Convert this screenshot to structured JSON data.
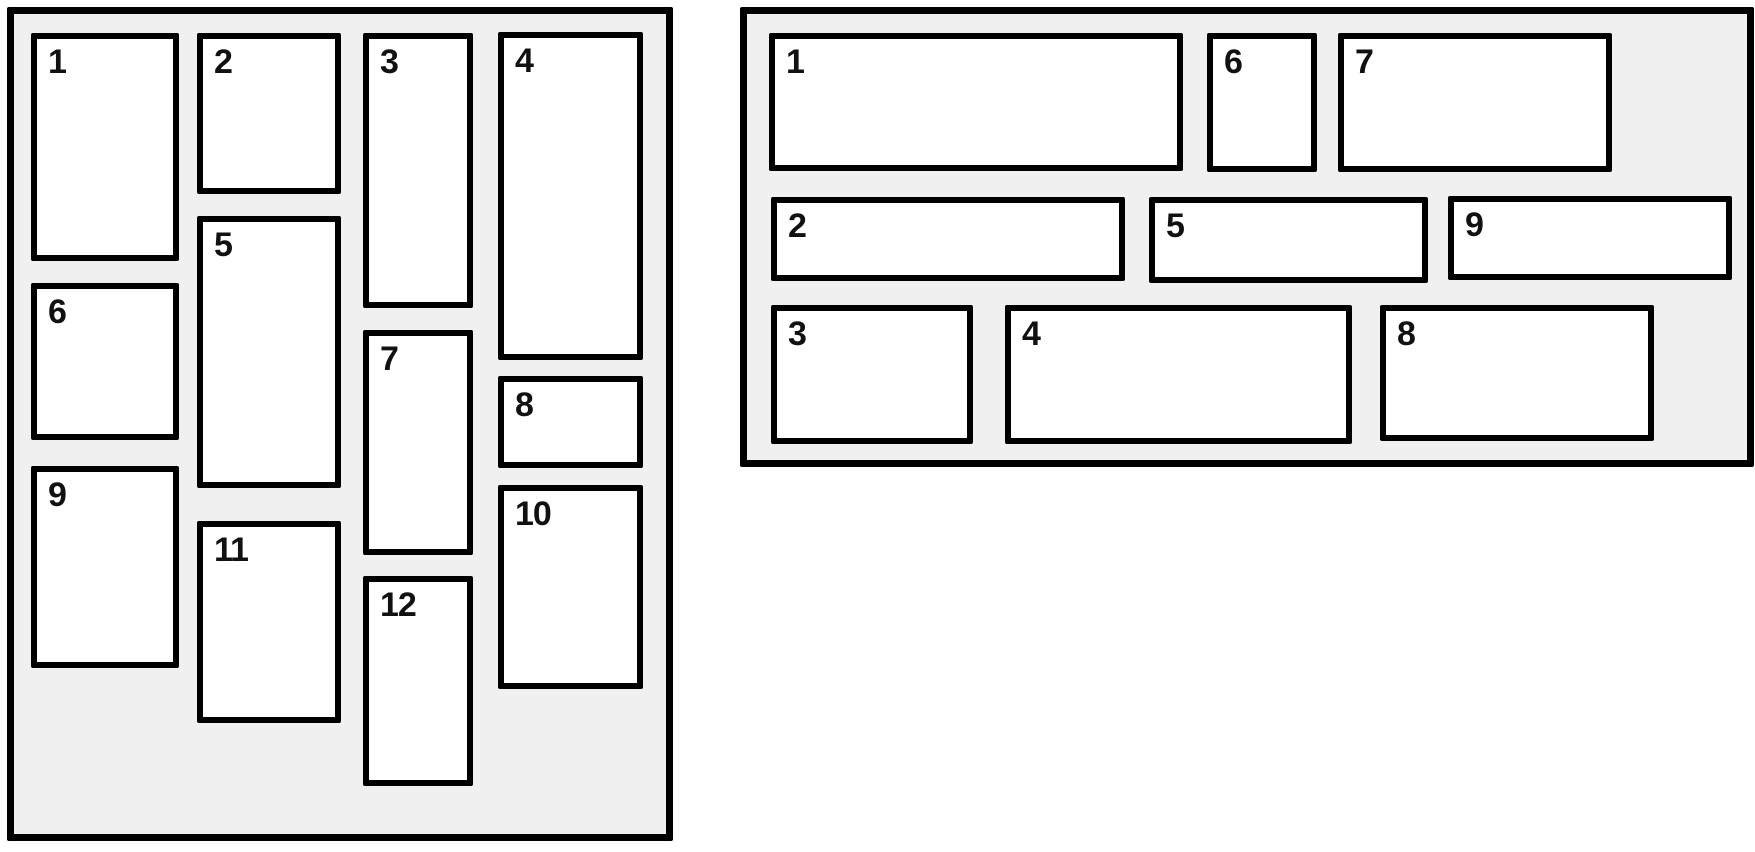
{
  "colors": {
    "page_background": "#ffffff",
    "panel_fill": "#f0f0f0",
    "panel_border": "#000000",
    "card_fill": "#ffffff",
    "card_border": "#000000",
    "label_text": "#111111"
  },
  "left_panel": {
    "items": [
      {
        "label": "1"
      },
      {
        "label": "2"
      },
      {
        "label": "3"
      },
      {
        "label": "4"
      },
      {
        "label": "5"
      },
      {
        "label": "6"
      },
      {
        "label": "7"
      },
      {
        "label": "8"
      },
      {
        "label": "9"
      },
      {
        "label": "10"
      },
      {
        "label": "11"
      },
      {
        "label": "12"
      }
    ]
  },
  "right_panel": {
    "items": [
      {
        "label": "1"
      },
      {
        "label": "2"
      },
      {
        "label": "3"
      },
      {
        "label": "4"
      },
      {
        "label": "5"
      },
      {
        "label": "6"
      },
      {
        "label": "7"
      },
      {
        "label": "8"
      },
      {
        "label": "9"
      }
    ]
  }
}
